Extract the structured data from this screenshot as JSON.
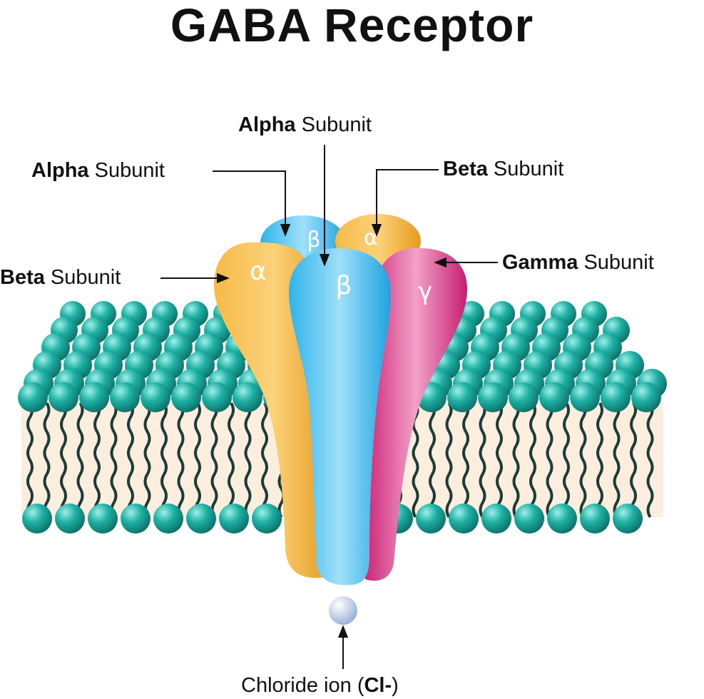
{
  "title": "GABA Receptor",
  "labels": {
    "alpha_top": {
      "bold": "Alpha",
      "rest": " Subunit"
    },
    "alpha_left": {
      "bold": "Alpha",
      "rest": " Subunit"
    },
    "beta_right": {
      "bold": "Beta",
      "rest": " Subunit"
    },
    "beta_left": {
      "bold": "Beta",
      "rest": " Subunit"
    },
    "gamma_right": {
      "bold": "Gamma",
      "rest": " Subunit"
    },
    "chloride": {
      "pre": "Chloride ion (",
      "bold": "Cl-",
      "post": ")"
    }
  },
  "greek": {
    "back_left": "β",
    "back_right": "α",
    "front_left": "α",
    "front_middle": "β",
    "front_right": "γ"
  },
  "colors": {
    "membrane_head": "#1aa79c",
    "lipid_tail": "#1d3b37",
    "membrane_core": "#fbeede",
    "alpha_orange": "#f0a72f",
    "beta_blue": "#33b8ea",
    "gamma_magenta": "#d5307f",
    "ion": "#b9cde9"
  }
}
